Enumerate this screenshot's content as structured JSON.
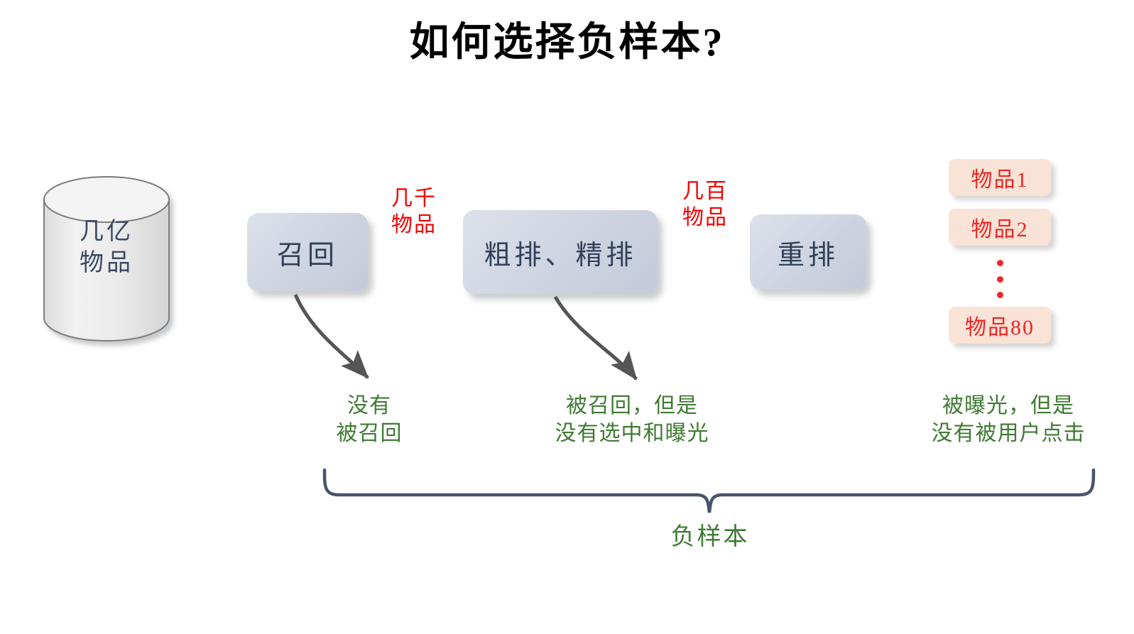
{
  "title": "如何选择负样本?",
  "source": {
    "icon": "database-cylinder-icon",
    "label": "几亿\n物品"
  },
  "pipeline": {
    "stages": [
      {
        "id": "recall",
        "label": "召回"
      },
      {
        "id": "ranking",
        "label": "粗排、精排"
      },
      {
        "id": "rerank",
        "label": "重排"
      }
    ],
    "flow_counts": [
      {
        "id": "count-thousands",
        "label": "几千\n物品"
      },
      {
        "id": "count-hundreds",
        "label": "几百\n物品"
      }
    ]
  },
  "results": {
    "items": [
      {
        "id": "item-1",
        "label": "物品1"
      },
      {
        "id": "item-2",
        "label": "物品2"
      },
      {
        "id": "item-80",
        "label": "物品80"
      }
    ],
    "ellipsis_dots": 3
  },
  "annotations": [
    {
      "id": "not-recalled",
      "label": "没有\n被召回"
    },
    {
      "id": "recalled-not-exposed",
      "label": "被召回，但是\n没有选中和曝光"
    },
    {
      "id": "exposed-not-clicked",
      "label": "被曝光，但是\n没有被用户点击"
    }
  ],
  "brace": {
    "label": "负样本"
  },
  "colors": {
    "title": "#000000",
    "stage_box_fill": "#cfd5e2",
    "stage_box_text": "#31405a",
    "count_text": "#f20000",
    "item_box_fill": "#f9e3d6",
    "item_box_text": "#ef2525",
    "annotation_text": "#3f7a33",
    "arrow": "#4d4d4d",
    "brace": "#49546b",
    "cylinder_fill": "#e9e9e9",
    "cylinder_stroke": "#808080",
    "background": "#ffffff"
  }
}
